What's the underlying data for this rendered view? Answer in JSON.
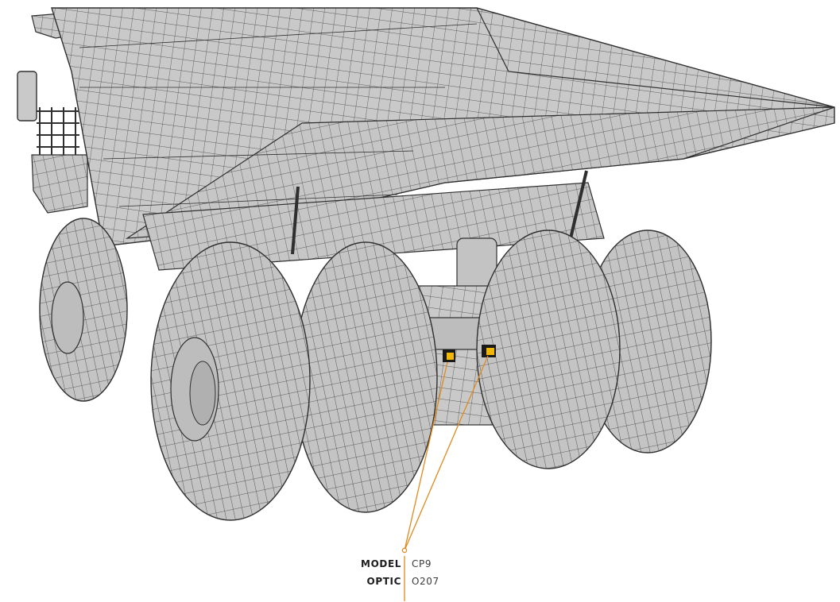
{
  "callout": {
    "rows": [
      {
        "key": "MODEL",
        "value": "CP9"
      },
      {
        "key": "OPTIC",
        "value": "O207"
      }
    ]
  },
  "colors": {
    "mesh_fill": "#c9c9c9",
    "mesh_line": "#2f2f2f",
    "leader": "#e08a1e",
    "sensor": "#f2b705"
  },
  "icons": [
    "truck-wireframe",
    "sensor-marker"
  ]
}
